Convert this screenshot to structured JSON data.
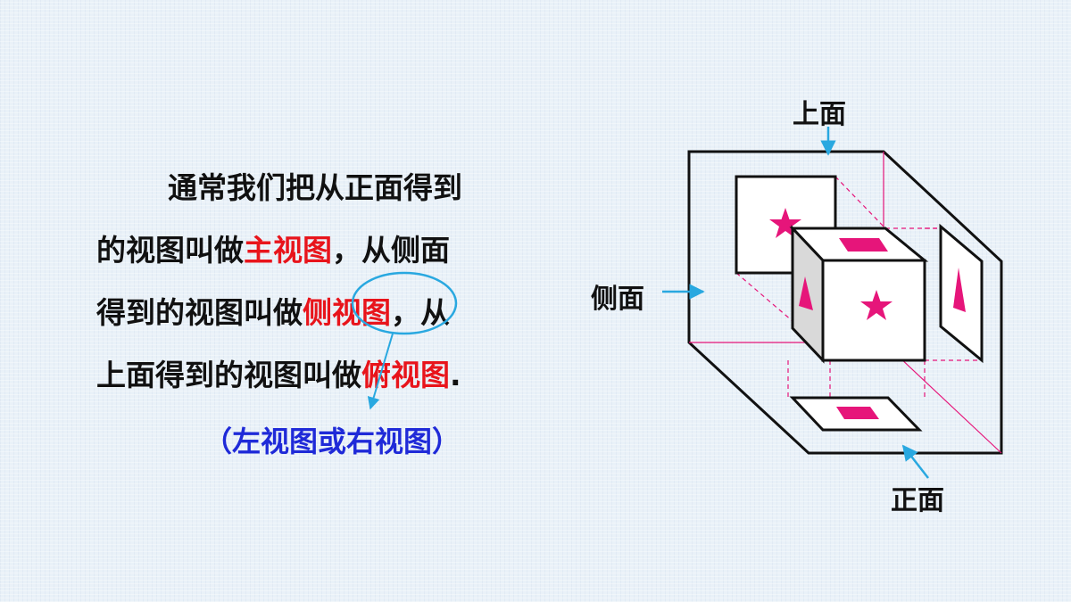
{
  "paragraph": {
    "line1": "通常我们把从正面得到",
    "line2_a": "的视图叫做",
    "line2_red": "主视图",
    "line2_b": "，从侧面",
    "line3_a": "得到的视图叫做",
    "line3_red": "侧视图",
    "line3_b": "，从",
    "line4_a": "上面得到的视图叫做",
    "line4_red": "俯视图",
    "line4_b": "."
  },
  "note": "（左视图或右视图）",
  "diagram": {
    "label_top": "上面",
    "label_side": "侧面",
    "label_front": "正面"
  },
  "colors": {
    "text": "#111111",
    "highlight": "#e8141b",
    "note": "#1f2ad8",
    "callout": "#29a8e0",
    "shape": "#e6157a"
  }
}
